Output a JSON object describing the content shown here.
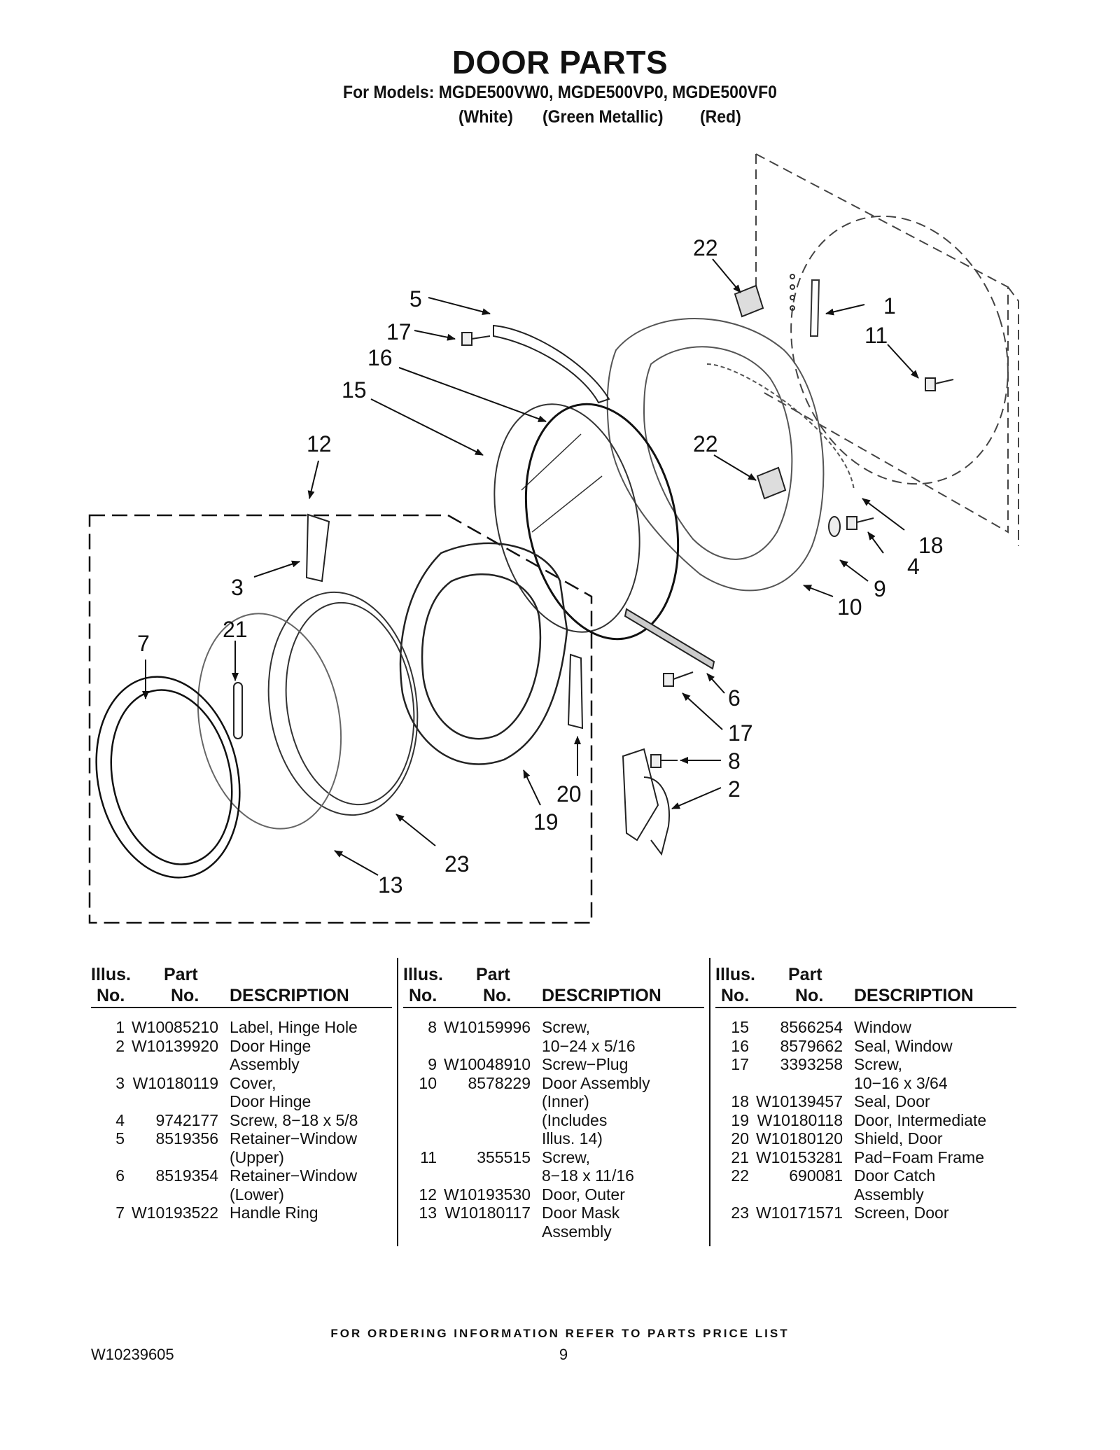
{
  "page": {
    "title": "DOOR PARTS",
    "subtitle": "For Models: MGDE500VW0, MGDE500VP0, MGDE500VF0",
    "color_white": "(White)",
    "color_green": "(Green Metallic)",
    "color_red": "(Red)"
  },
  "callouts": {
    "c1": "1",
    "c2": "2",
    "c3": "3",
    "c4": "4",
    "c5": "5",
    "c6": "6",
    "c7": "7",
    "c8": "8",
    "c9": "9",
    "c10": "10",
    "c11": "11",
    "c12": "12",
    "c13": "13",
    "c15": "15",
    "c16": "16",
    "c17a": "17",
    "c17b": "17",
    "c18": "18",
    "c19": "19",
    "c20": "20",
    "c21": "21",
    "c22a": "22",
    "c22b": "22",
    "c23": "23"
  },
  "table": {
    "header": {
      "illus": "Illus.",
      "no": "No.",
      "part": "Part",
      "part_no": "No.",
      "description": "DESCRIPTION"
    },
    "columns": [
      [
        {
          "no": "1",
          "part": "W10085210",
          "desc": "Label, Hinge Hole"
        },
        {
          "no": "2",
          "part": "W10139920",
          "desc": "Door Hinge\nAssembly"
        },
        {
          "no": "3",
          "part": "W10180119",
          "desc": "Cover,\nDoor Hinge"
        },
        {
          "no": "4",
          "part": "9742177",
          "desc": "Screw, 8−18 x 5/8"
        },
        {
          "no": "5",
          "part": "8519356",
          "desc": "Retainer−Window\n(Upper)"
        },
        {
          "no": "6",
          "part": "8519354",
          "desc": "Retainer−Window\n(Lower)"
        },
        {
          "no": "7",
          "part": "W10193522",
          "desc": "Handle Ring"
        }
      ],
      [
        {
          "no": "8",
          "part": "W10159996",
          "desc": "Screw,\n10−24 x 5/16"
        },
        {
          "no": "9",
          "part": "W10048910",
          "desc": "Screw−Plug"
        },
        {
          "no": "10",
          "part": "8578229",
          "desc": "Door Assembly\n(Inner)\n(Includes\n Illus. 14)"
        },
        {
          "no": "11",
          "part": "355515",
          "desc": "Screw,\n8−18 x 11/16"
        },
        {
          "no": "12",
          "part": "W10193530",
          "desc": "Door, Outer"
        },
        {
          "no": "13",
          "part": "W10180117",
          "desc": "Door Mask\nAssembly"
        }
      ],
      [
        {
          "no": "15",
          "part": "8566254",
          "desc": "Window"
        },
        {
          "no": "16",
          "part": "8579662",
          "desc": "Seal, Window"
        },
        {
          "no": "17",
          "part": "3393258",
          "desc": "Screw,\n10−16 x 3/64"
        },
        {
          "no": "18",
          "part": "W10139457",
          "desc": "Seal, Door"
        },
        {
          "no": "19",
          "part": "W10180118",
          "desc": "Door, Intermediate"
        },
        {
          "no": "20",
          "part": "W10180120",
          "desc": "Shield, Door"
        },
        {
          "no": "21",
          "part": "W10153281",
          "desc": "Pad−Foam Frame"
        },
        {
          "no": "22",
          "part": "690081",
          "desc": "Door Catch\nAssembly"
        },
        {
          "no": "23",
          "part": "W10171571",
          "desc": "Screen, Door"
        }
      ]
    ]
  },
  "footer": {
    "ordering": "FOR ORDERING INFORMATION REFER TO PARTS PRICE LIST",
    "doc_number": "W10239605",
    "page_number": "9"
  }
}
